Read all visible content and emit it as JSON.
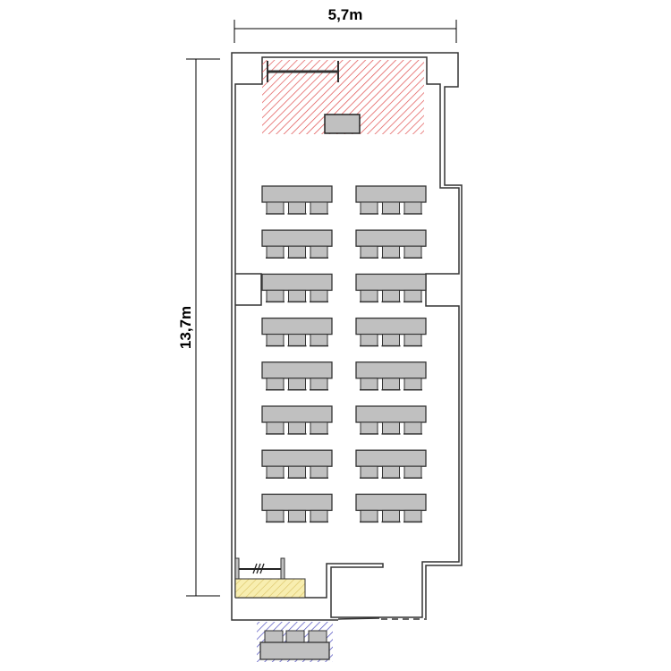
{
  "dimensions": {
    "width_label": "5,7m",
    "height_label": "13,7m"
  },
  "layout": {
    "rows": 8,
    "tables_per_row": 2,
    "chairs_per_table": 3
  },
  "colors": {
    "stage_hatch": "#e05050",
    "counter_hatch": "#5050c0",
    "bar_fill": "#f5eaa0",
    "bar_hatch": "#d8c060",
    "furniture": "#c0c0c0",
    "wall": "#333333"
  }
}
